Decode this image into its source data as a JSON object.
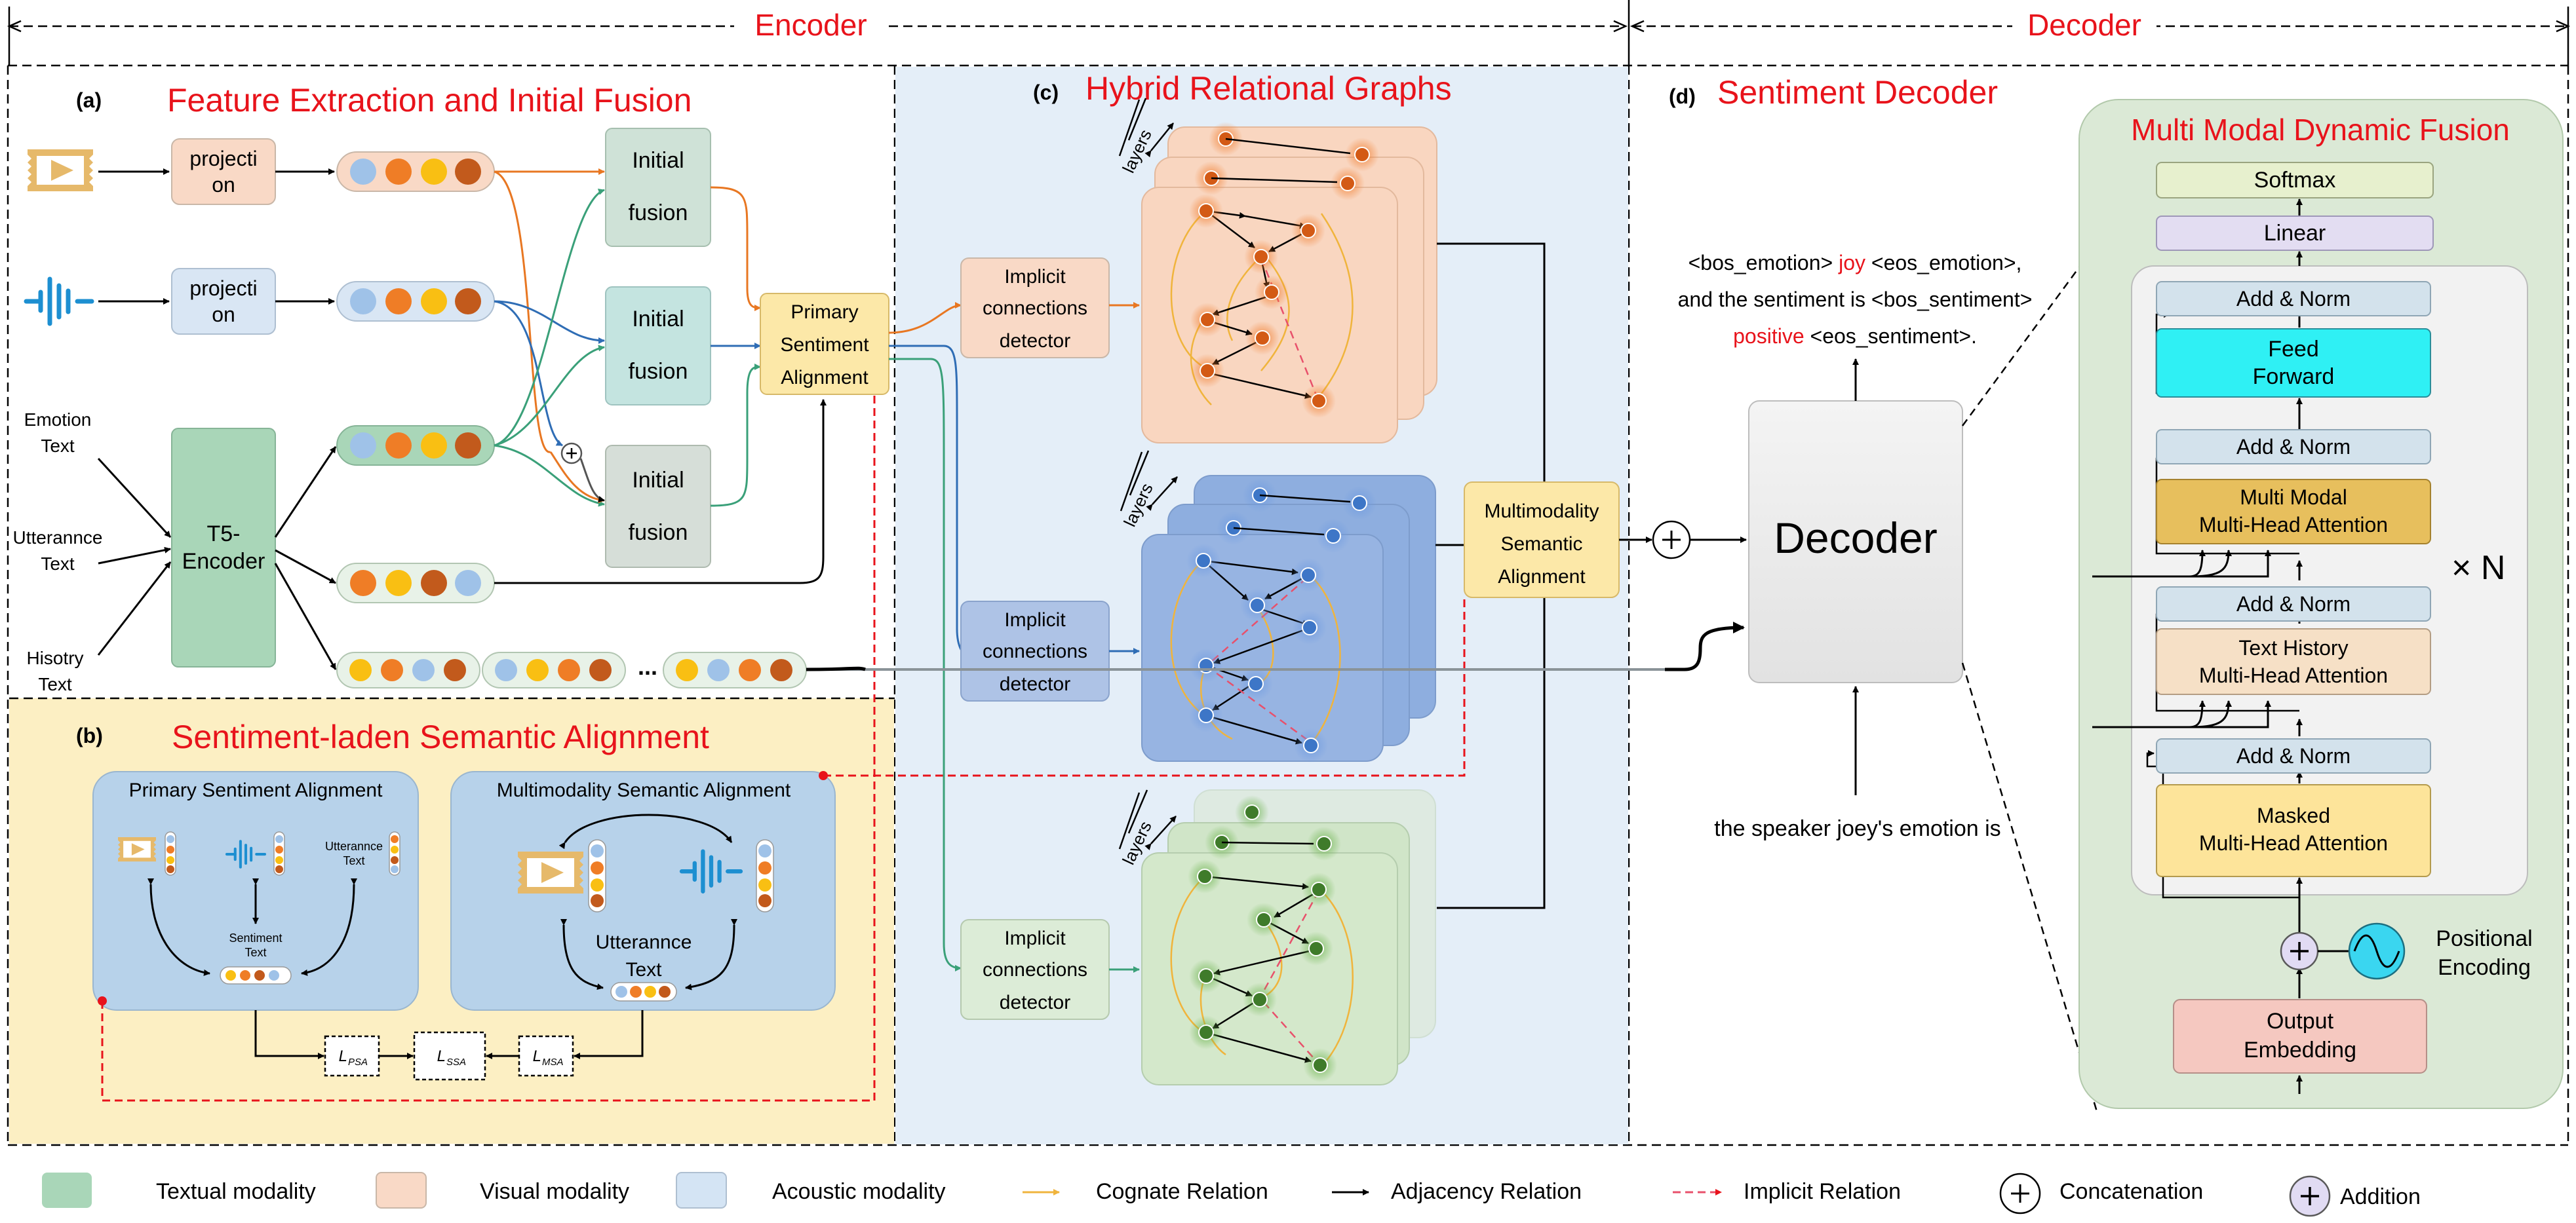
{
  "header": {
    "encoder": "Encoder",
    "decoder": "Decoder"
  },
  "panel_a": {
    "letter": "(a)",
    "title": "Feature Extraction and Initial Fusion",
    "projection_1": [
      "projecti",
      "on"
    ],
    "projection_2": [
      "projecti",
      "on"
    ],
    "initial_fusion": [
      "Initial",
      "fusion"
    ],
    "t5_encoder": [
      "T5-",
      "Encoder"
    ],
    "emotion_text": [
      "Emotion",
      "Text"
    ],
    "utterance_text": [
      "Utterannce",
      "Text"
    ],
    "history_text": [
      "Hisotry",
      "Text"
    ],
    "ellipsis": "...",
    "primary_sentiment_alignment": [
      "Primary",
      "Sentiment",
      "Alignment"
    ]
  },
  "panel_b": {
    "letter": "(b)",
    "title": "Sentiment-laden Semantic Alignment",
    "left_title": "Primary Sentiment Alignment",
    "right_title": "Multimodality Semantic Alignment",
    "small_utterance": [
      "Utterannce",
      "Text"
    ],
    "small_sentiment": [
      "Sentiment",
      "Text"
    ],
    "big_utterance": [
      "Utterannce",
      "Text"
    ],
    "loss_psa": "PSA",
    "loss_ssa": "SSA",
    "loss_msa": "MSA",
    "loss_symbol": "L"
  },
  "panel_c": {
    "letter": "(c)",
    "title": "Hybrid Relational Graphs",
    "layers_label": "layers",
    "detector": [
      "Implicit",
      "connections",
      "detector"
    ],
    "multimodality_semantic_alignment": [
      "Multimodality",
      "Semantic",
      "Alignment"
    ]
  },
  "panel_d": {
    "letter": "(d)",
    "title": "Sentiment Decoder",
    "output_line1_a": "<bos_emotion> ",
    "output_line1_b": "joy",
    "output_line1_c": " <eos_emotion>,",
    "output_line2": "and the sentiment is <bos_sentiment>",
    "output_line3_a": "positive",
    "output_line3_b": " <eos_sentiment>.",
    "decoder": "Decoder",
    "prompt": "the speaker joey's emotion is"
  },
  "fusion": {
    "title": "Multi Modal Dynamic Fusion",
    "softmax": "Softmax",
    "linear": "Linear",
    "add_norm": "Add & Norm",
    "feed_forward": [
      "Feed",
      "Forward"
    ],
    "mm_attention": [
      "Multi Modal",
      "Multi-Head Attention"
    ],
    "th_attention": [
      "Text History",
      "Multi-Head Attention"
    ],
    "masked_attention": [
      "Masked",
      "Multi-Head Attention"
    ],
    "output_embedding": [
      "Output",
      "Embedding"
    ],
    "positional_encoding": [
      "Positional",
      "Encoding"
    ],
    "times_n": "× N"
  },
  "legend": {
    "textual": "Textual modality",
    "visual": "Visual modality",
    "acoustic": "Acoustic modality",
    "cognate": "Cognate Relation",
    "adjacency": "Adjacency Relation",
    "implicit": "Implicit Relation",
    "concatenation": "Concatenation",
    "addition": "Addition"
  },
  "colors": {
    "red_title": "#e8131b",
    "textual": "#a9d6b8",
    "visual": "#f9d9c6",
    "acoustic": "#d4e4f4",
    "orange_node": "#d35a15",
    "blue_node": "#3d76c7",
    "green_node": "#3f7b2a"
  }
}
